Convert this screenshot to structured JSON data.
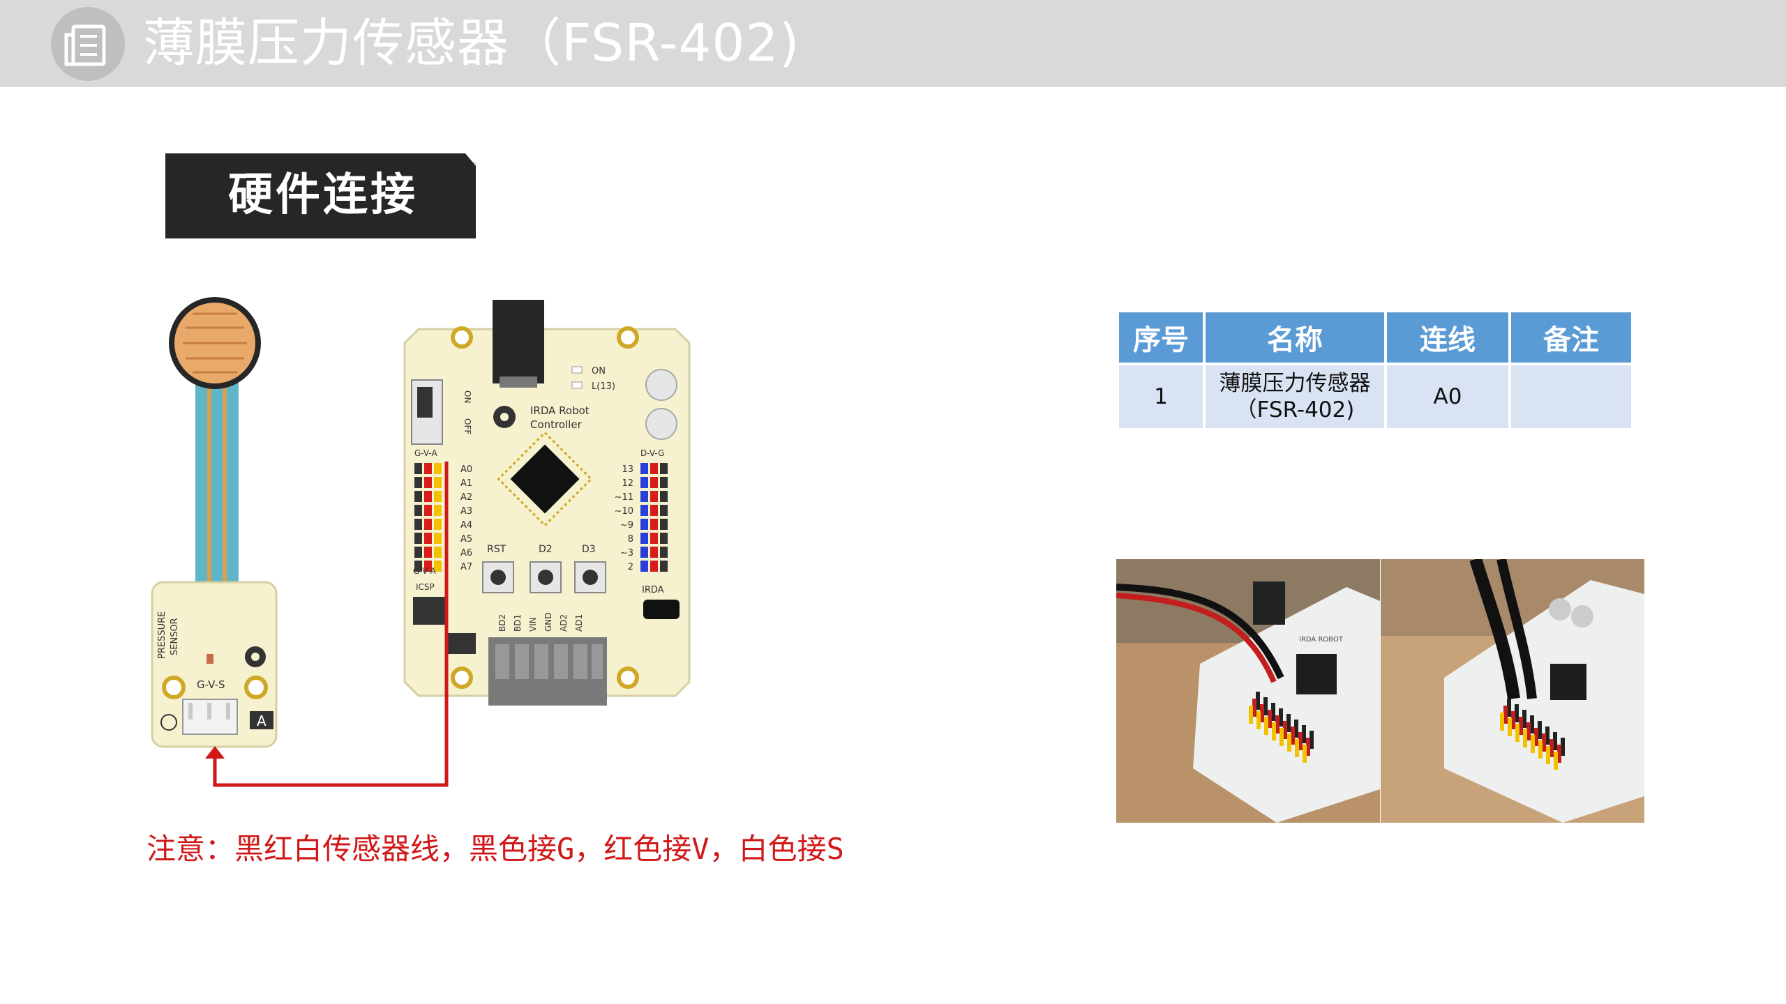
{
  "header": {
    "title": "薄膜压力传感器（FSR-402)",
    "icon": "document-icon"
  },
  "section": {
    "title": "硬件连接"
  },
  "board": {
    "name_line1": "IRDA Robot",
    "name_line2": "Controller",
    "left_header": "G-V-A",
    "right_header": "D-V-G",
    "analog_pins": [
      "A0",
      "A1",
      "A2",
      "A3",
      "A4",
      "A5",
      "A6",
      "A7"
    ],
    "digital_pins": [
      "13",
      "12",
      "~11",
      "~10",
      "~9",
      "8",
      "~3",
      "2"
    ],
    "buttons": [
      "RST",
      "D2",
      "D3"
    ],
    "bottom_pins": [
      "BD2",
      "BD1",
      "VIN",
      "GND",
      "AD2",
      "AD1"
    ],
    "led_on": "ON",
    "led_l13": "L(13)",
    "switch_on": "ON",
    "switch_off": "OFF",
    "icsp": "ICSP",
    "irda": "IRDA",
    "left_footer": "G-V-A"
  },
  "sensor_module": {
    "label_line1": "PRESSURE",
    "label_line2": "SENSOR",
    "pins": "G-V-S",
    "type_badge": "A"
  },
  "note": "注意：黑红白传感器线，黑色接G，红色接V，白色接S",
  "table": {
    "headers": [
      "序号",
      "名称",
      "连线",
      "备注"
    ],
    "rows": [
      {
        "index": "1",
        "name_line1": "薄膜压力传感器",
        "name_line2": "（FSR-402)",
        "pin": "A0",
        "remark": ""
      }
    ]
  },
  "photos": {
    "board_label": "IRDA ROBOT"
  },
  "colors": {
    "header_bg": "#d9d9d9",
    "badge_bg": "#262626",
    "table_header": "#5b9bd5",
    "table_cell": "#dae3f3",
    "wire_red": "#d01818",
    "board_bg": "#f6f1cf"
  }
}
